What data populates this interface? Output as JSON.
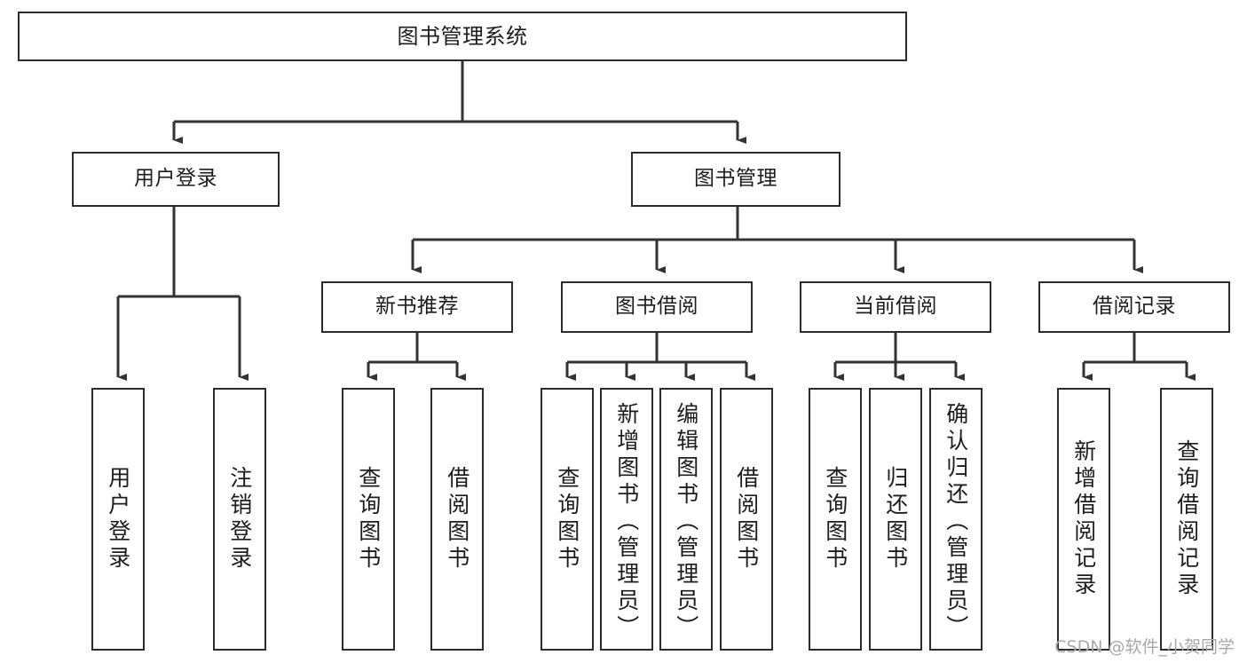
{
  "diagram": {
    "title": "图书管理系统",
    "type": "hierarchy-tree",
    "watermark": "CSDN @软件_小贺同学",
    "colors": {
      "box_border": "#2b2b2b",
      "box_fill": "#ffffff",
      "connector": "#333333",
      "text": "#1c1c1c",
      "watermark": "#a8a8a8"
    },
    "levels": {
      "level1": [
        {
          "id": "root",
          "label": "图书管理系统"
        }
      ],
      "level2": [
        {
          "id": "user-login",
          "label": "用户登录"
        },
        {
          "id": "book-management",
          "label": "图书管理"
        }
      ],
      "level3": [
        {
          "id": "new-book-recommend",
          "label": "新书推荐"
        },
        {
          "id": "book-borrow",
          "label": "图书借阅"
        },
        {
          "id": "current-borrow",
          "label": "当前借阅"
        },
        {
          "id": "borrow-record",
          "label": "借阅记录"
        }
      ],
      "level4": [
        {
          "id": "leaf-user-login",
          "label": "用户登录",
          "parent": "user-login"
        },
        {
          "id": "leaf-logout",
          "label": "注销登录",
          "parent": "user-login"
        },
        {
          "id": "leaf-query-book-1",
          "label": "查询图书",
          "parent": "new-book-recommend"
        },
        {
          "id": "leaf-borrow-book-1",
          "label": "借阅图书",
          "parent": "new-book-recommend"
        },
        {
          "id": "leaf-query-book-2",
          "label": "查询图书",
          "parent": "book-borrow"
        },
        {
          "id": "leaf-add-book",
          "label": "新增图书（管理员）",
          "parent": "book-borrow"
        },
        {
          "id": "leaf-edit-book",
          "label": "编辑图书（管理员）",
          "parent": "book-borrow"
        },
        {
          "id": "leaf-borrow-book-2",
          "label": "借阅图书",
          "parent": "book-borrow"
        },
        {
          "id": "leaf-query-book-3",
          "label": "查询图书",
          "parent": "current-borrow"
        },
        {
          "id": "leaf-return-book",
          "label": "归还图书",
          "parent": "current-borrow"
        },
        {
          "id": "leaf-confirm-return",
          "label": "确认归还（管理员）",
          "parent": "current-borrow"
        },
        {
          "id": "leaf-add-record",
          "label": "新增借阅记录",
          "parent": "borrow-record"
        },
        {
          "id": "leaf-query-record",
          "label": "查询借阅记录",
          "parent": "borrow-record"
        }
      ]
    }
  }
}
